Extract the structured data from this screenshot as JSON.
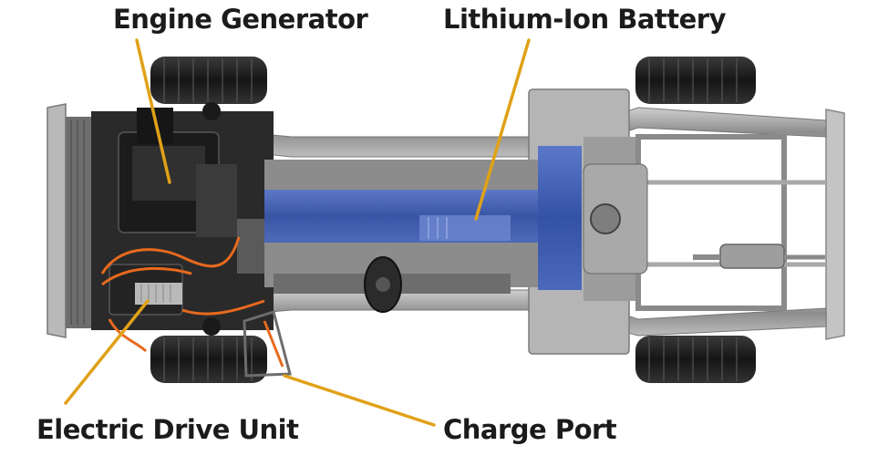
{
  "labels": {
    "engine_generator": "Engine Generator",
    "lithium_ion_battery": "Lithium-Ion Battery",
    "electric_drive_unit": "Electric Drive Unit",
    "charge_port": "Charge Port"
  },
  "colors": {
    "leader_line": "#e0a118",
    "battery": "#3f5fb5",
    "chassis": "#9a9a9a",
    "tire": "#1e1e1e",
    "cable": "#e86a1e",
    "text": "#1b1b1b"
  }
}
